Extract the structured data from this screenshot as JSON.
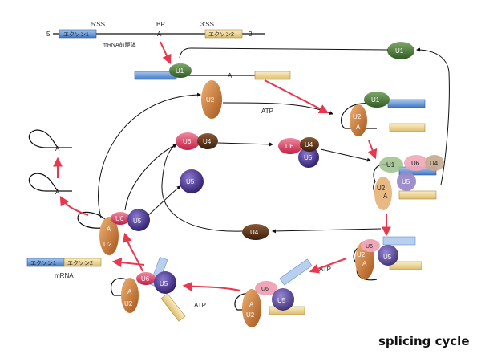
{
  "title": "splicing cycle",
  "top": {
    "five_prime": "5’",
    "five_ss": "5’SS",
    "bp": "BP",
    "bp_a": "A",
    "three_ss": "3’SS",
    "three_prime": "3’",
    "exon1": "エクソン1",
    "exon2": "エクソン2",
    "premrna": "mRNA前駆体"
  },
  "snrnp": {
    "u1": "U1",
    "u2": "U2",
    "u4": "U4",
    "u5": "U5",
    "u6": "U6"
  },
  "branch_a": "A",
  "atp": "ATP",
  "mrna": {
    "label": "mRNA",
    "exon1": "エクソン1",
    "exon2": "エクソン2"
  },
  "colors": {
    "u1": "#3d6b2e",
    "u2": "#c8732a",
    "u4": "#5a3418",
    "u5": "#3b2a78",
    "u6": "#d63a5a",
    "exon1": "#5b8fd0",
    "exon2": "#e8cf8c",
    "arrow_red": "#e8384f"
  }
}
